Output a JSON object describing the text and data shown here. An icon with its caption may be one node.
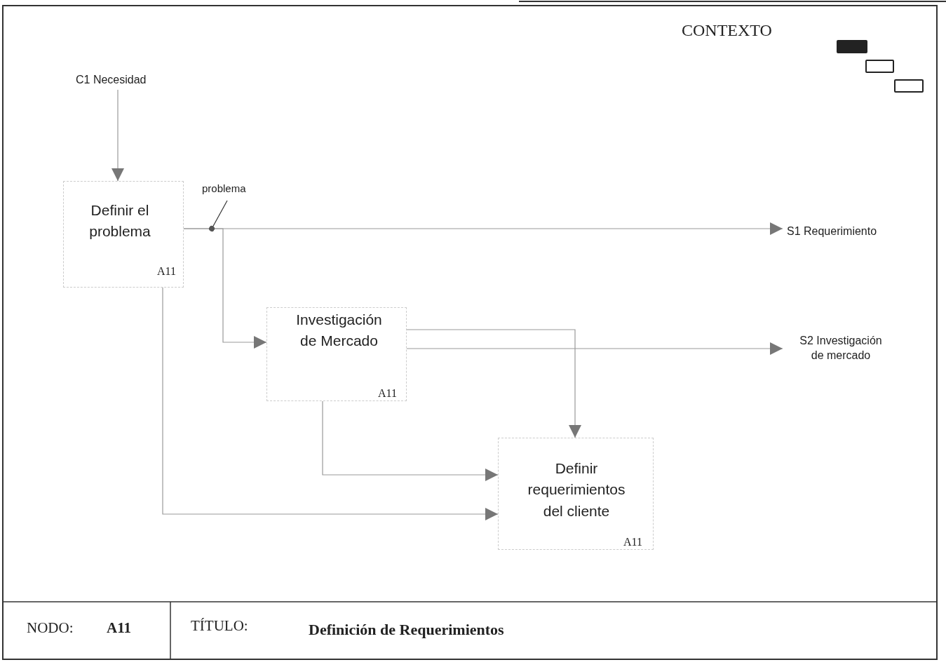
{
  "diagram": {
    "title": "Definición de Requerimientos",
    "nodes": [
      {
        "text": [
          "C1 Necesidad"
        ]
      },
      {
        "text": [
          "Definir el problema",
          "A11"
        ]
      },
      {
        "text": [
          "Investigación de Mercado",
          "A11"
        ]
      },
      {
        "text": [
          "Definir requerimientos del cliente",
          "A11"
        ]
      },
      {
        "text": [
          "S1 Requerimiento"
        ]
      },
      {
        "text": [
          "S2 Investigación de mercado"
        ]
      },
      {
        "text": [],
        "shape": "box"
      },
      {
        "text": [],
        "shape": "box"
      },
      {
        "text": [],
        "shape": "box"
      },
      {
        "text": [
          "problema"
        ]
      }
    ],
    "edges": [
      {
        "from": 0,
        "to": 1,
        "arrow": "to"
      },
      {
        "from": 1,
        "to": 4,
        "arrow": "to"
      },
      {
        "from": 1,
        "to": 2,
        "arrow": "to"
      },
      {
        "from": 2,
        "to": 5,
        "arrow": "to"
      },
      {
        "from": 1,
        "to": 3,
        "arrow": "to"
      },
      {
        "from": 2,
        "to": 3,
        "arrow": "to"
      },
      {
        "from": 2,
        "to": 3,
        "arrow": "to"
      },
      {
        "from": 9,
        "to": null,
        "arrow": "other",
        "color": "#333333"
      }
    ],
    "labels": [
      "CONTEXTO",
      "NODO:",
      "A11",
      "TÍTULO:"
    ]
  }
}
